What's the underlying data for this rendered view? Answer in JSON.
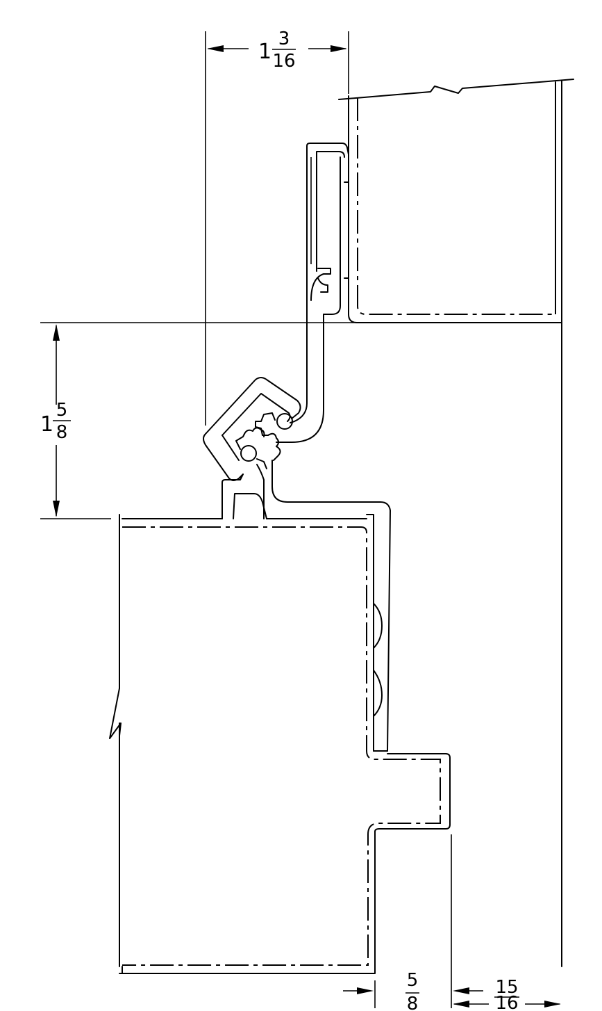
{
  "dimensions": {
    "top_width": {
      "whole": "1",
      "num": "3",
      "den": "16"
    },
    "left_height": {
      "whole": "1",
      "num": "5",
      "den": "8"
    },
    "bottom_offset": {
      "num": "5",
      "den": "8"
    },
    "bottom_right": {
      "num": "15",
      "den": "16"
    }
  }
}
